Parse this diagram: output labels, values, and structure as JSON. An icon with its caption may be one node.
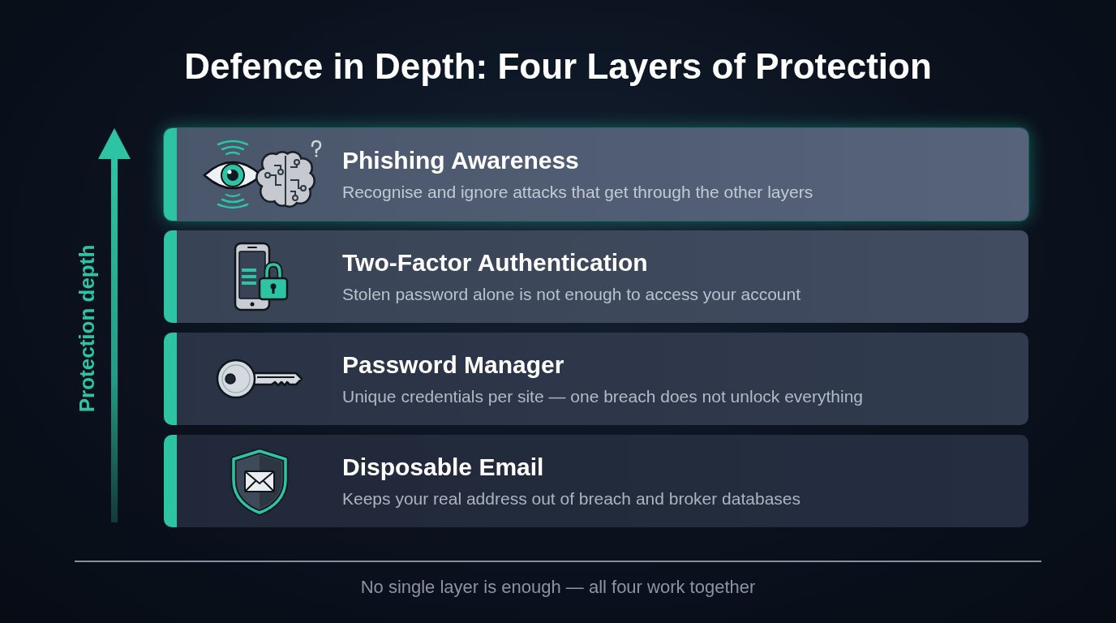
{
  "diagram": {
    "title": "Defence in Depth: Four Layers of Protection",
    "caption": "No single layer is enough — all four work together",
    "nodes": [
      {
        "text": [
          "Phishing Awareness",
          "Recognise and ignore attacks that get through the other layers"
        ]
      },
      {
        "text": [
          "Two-Factor Authentication",
          "Stolen password alone is not enough to access your account"
        ]
      },
      {
        "text": [
          "Password Manager",
          "Unique credentials per site — one breach does not unlock everything"
        ]
      },
      {
        "text": [
          "Disposable Email",
          "Keeps your real address out of breach and broker databases"
        ]
      }
    ],
    "labels": [
      "Protection depth"
    ]
  }
}
